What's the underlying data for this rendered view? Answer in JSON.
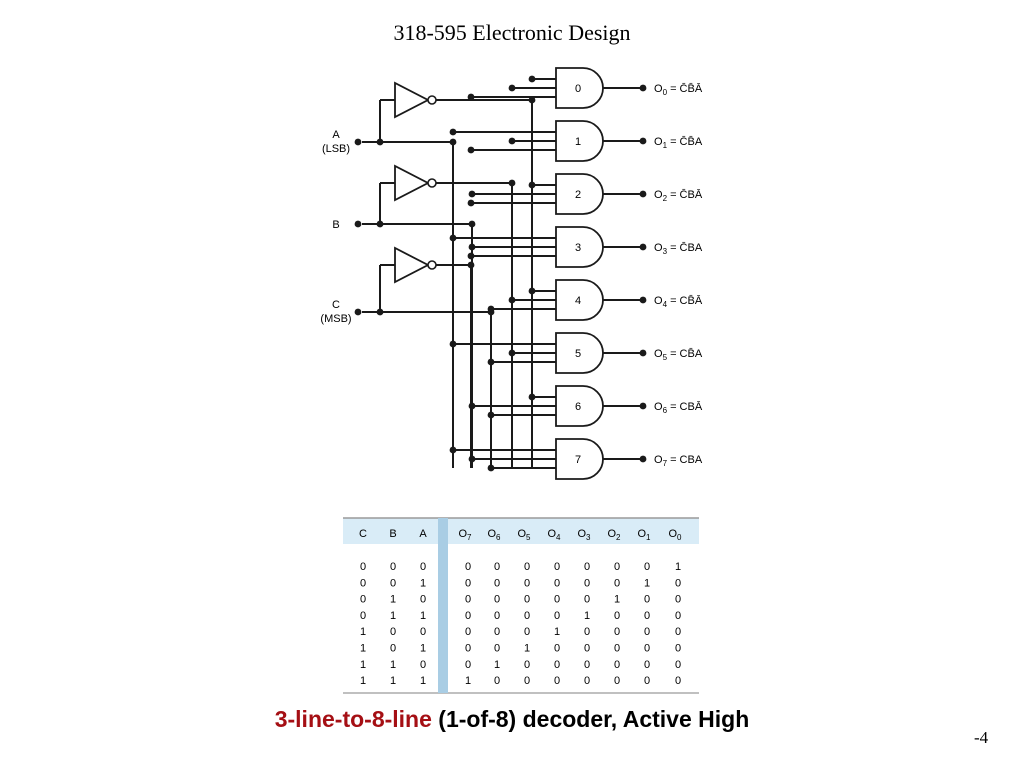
{
  "header": {
    "title": "318-595 Electronic Design"
  },
  "page_number": "-4",
  "caption": {
    "highlight": "3-line-to-8-line",
    "rest": " (1-of-8) decoder, Active High"
  },
  "inputs": [
    {
      "name": "A",
      "note": "(LSB)"
    },
    {
      "name": "B",
      "note": ""
    },
    {
      "name": "C",
      "note": "(MSB)"
    }
  ],
  "gates": [
    {
      "label": "0",
      "out": "O",
      "sub": "0",
      "eq": "C̄B̄Ā"
    },
    {
      "label": "1",
      "out": "O",
      "sub": "1",
      "eq": "C̄B̄A"
    },
    {
      "label": "2",
      "out": "O",
      "sub": "2",
      "eq": "C̄BĀ"
    },
    {
      "label": "3",
      "out": "O",
      "sub": "3",
      "eq": "C̄BA"
    },
    {
      "label": "4",
      "out": "O",
      "sub": "4",
      "eq": "CB̄Ā"
    },
    {
      "label": "5",
      "out": "O",
      "sub": "5",
      "eq": "CB̄A"
    },
    {
      "label": "6",
      "out": "O",
      "sub": "6",
      "eq": "CBĀ"
    },
    {
      "label": "7",
      "out": "O",
      "sub": "7",
      "eq": "CBA"
    }
  ],
  "truth_table": {
    "input_headers": [
      "C",
      "B",
      "A"
    ],
    "output_headers": [
      {
        "main": "O",
        "sub": "7"
      },
      {
        "main": "O",
        "sub": "6"
      },
      {
        "main": "O",
        "sub": "5"
      },
      {
        "main": "O",
        "sub": "4"
      },
      {
        "main": "O",
        "sub": "3"
      },
      {
        "main": "O",
        "sub": "2"
      },
      {
        "main": "O",
        "sub": "1"
      },
      {
        "main": "O",
        "sub": "0"
      }
    ],
    "rows": [
      {
        "inputs": [
          "0",
          "0",
          "0"
        ],
        "outputs": [
          "0",
          "0",
          "0",
          "0",
          "0",
          "0",
          "0",
          "1"
        ]
      },
      {
        "inputs": [
          "0",
          "0",
          "1"
        ],
        "outputs": [
          "0",
          "0",
          "0",
          "0",
          "0",
          "0",
          "1",
          "0"
        ]
      },
      {
        "inputs": [
          "0",
          "1",
          "0"
        ],
        "outputs": [
          "0",
          "0",
          "0",
          "0",
          "0",
          "1",
          "0",
          "0"
        ]
      },
      {
        "inputs": [
          "0",
          "1",
          "1"
        ],
        "outputs": [
          "0",
          "0",
          "0",
          "0",
          "1",
          "0",
          "0",
          "0"
        ]
      },
      {
        "inputs": [
          "1",
          "0",
          "0"
        ],
        "outputs": [
          "0",
          "0",
          "0",
          "1",
          "0",
          "0",
          "0",
          "0"
        ]
      },
      {
        "inputs": [
          "1",
          "0",
          "1"
        ],
        "outputs": [
          "0",
          "0",
          "1",
          "0",
          "0",
          "0",
          "0",
          "0"
        ]
      },
      {
        "inputs": [
          "1",
          "1",
          "0"
        ],
        "outputs": [
          "0",
          "1",
          "0",
          "0",
          "0",
          "0",
          "0",
          "0"
        ]
      },
      {
        "inputs": [
          "1",
          "1",
          "1"
        ],
        "outputs": [
          "1",
          "0",
          "0",
          "0",
          "0",
          "0",
          "0",
          "0"
        ]
      }
    ]
  },
  "colors": {
    "accent": "#a50f14",
    "table_header": "#d9ecf7",
    "table_divider": "#a9cde4",
    "wire": "#1a1a1a"
  }
}
